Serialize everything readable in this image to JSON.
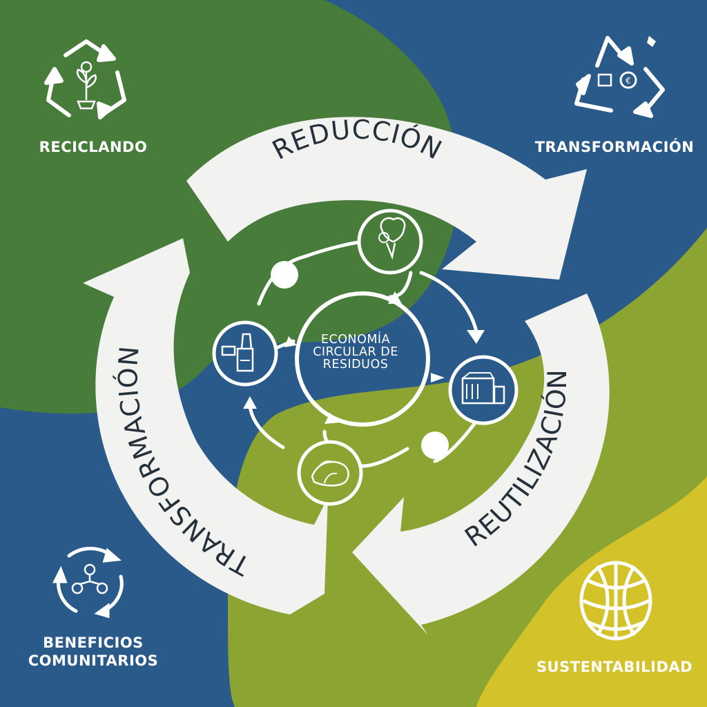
{
  "diagram": {
    "center_label": "ECONOMÍA CIRCULAR DE RESIDUOS",
    "cycle_stages": [
      {
        "label": "REDUCCIÓN"
      },
      {
        "label": "REUTILIZACIÓN"
      },
      {
        "label": "TRANSFORMACIÓN"
      }
    ],
    "inner_icons": [
      "hand-with-fruit-icon",
      "machinery-icon",
      "plant-mound-icon",
      "workbench-icon"
    ]
  },
  "corners": {
    "top_left": {
      "label": "RECICLANDO",
      "icon": "recycle-sprout-icon"
    },
    "top_right": {
      "label": "TRANSFORMACIÓN",
      "icon": "recycle-coin-icon"
    },
    "bottom_left": {
      "label": "BENEFICIOS COMUNITARIOS",
      "icon": "community-network-icon"
    },
    "bottom_right": {
      "label": "SUSTENTABILIDAD",
      "icon": "woven-globe-icon"
    }
  },
  "colors": {
    "green_dark": "#477c3a",
    "blue": "#2a5a8a",
    "lime": "#8ca431",
    "yellow": "#d4c22a",
    "arrow_fill": "#f2f2f0",
    "text_dark": "#24313a"
  }
}
